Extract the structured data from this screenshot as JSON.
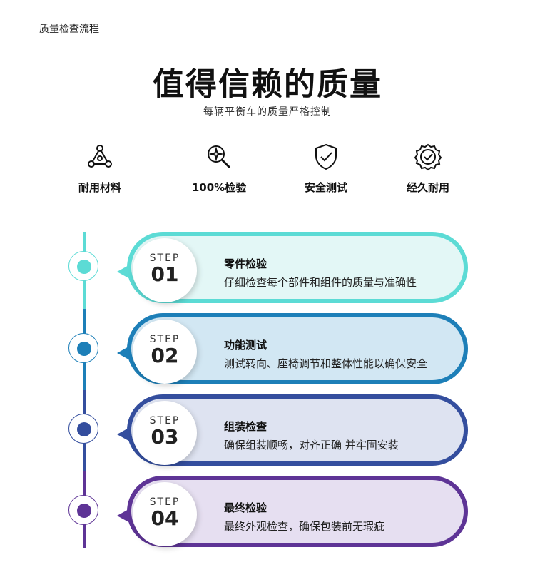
{
  "top_label": "质量检查流程",
  "title": "值得信赖的质量",
  "subtitle": "每辆平衡车的质量严格控制",
  "features": [
    {
      "icon": "molecule-icon",
      "label": "耐用材料"
    },
    {
      "icon": "magnifier-sparkle-icon",
      "label": "100%检验"
    },
    {
      "icon": "shield-check-icon",
      "label": "安全测试"
    },
    {
      "icon": "badge-check-icon",
      "label": "经久耐用"
    }
  ],
  "steps": [
    {
      "step_word": "STEP",
      "number": "01",
      "title": "零件检验",
      "desc": "仔细检查每个部件和组件的质量与准确性",
      "color": "#5cdbd5",
      "fill": "#e3f7f6"
    },
    {
      "step_word": "STEP",
      "number": "02",
      "title": "功能测试",
      "desc": "测试转向、座椅调节和整体性能以确保安全",
      "color": "#1d7fb8",
      "fill": "#d2e7f3"
    },
    {
      "step_word": "STEP",
      "number": "03",
      "title": "组装检查",
      "desc": "确保组装顺畅，对齐正确 并牢固安装",
      "color": "#344e9e",
      "fill": "#dee3f1"
    },
    {
      "step_word": "STEP",
      "number": "04",
      "title": "最终检验",
      "desc": "最终外观检查，确保包装前无瑕疵",
      "color": "#5e3496",
      "fill": "#e6dff1"
    }
  ]
}
